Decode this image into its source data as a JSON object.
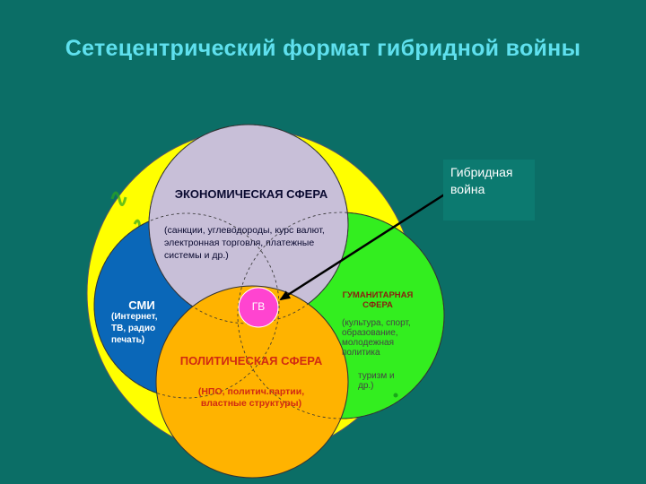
{
  "title": "Сетецентрический формат гибридной войны",
  "colors": {
    "background": "#0b6e66",
    "outer_circle": "#ffff00",
    "economic": "#c8bfd8",
    "media": "#0a67b8",
    "humanitarian": "#33ee1f",
    "political": "#ffb300",
    "center": "#ff44d0"
  },
  "economic": {
    "title": "ЭКОНОМИЧЕСКАЯ СФЕРА",
    "desc": "(санкции, углеводороды, курс валют, электронная торговля, платежные системы и др.)"
  },
  "media": {
    "title": "СМИ",
    "desc": "(Интернет, ТВ, радио печать)"
  },
  "humanitarian": {
    "title": "ГУМАНИТАРНАЯ СФЕРА",
    "desc_1": "(культура, спорт, образование, молодежная политика",
    "desc_2": "туризм и др.)"
  },
  "political": {
    "title": "ПОЛИТИЧЕСКАЯ СФЕРА",
    "desc": "(НПО, политич.партии, властные структуры)"
  },
  "center_label": "ГВ",
  "hybrid": {
    "label": "Гибридная война"
  }
}
